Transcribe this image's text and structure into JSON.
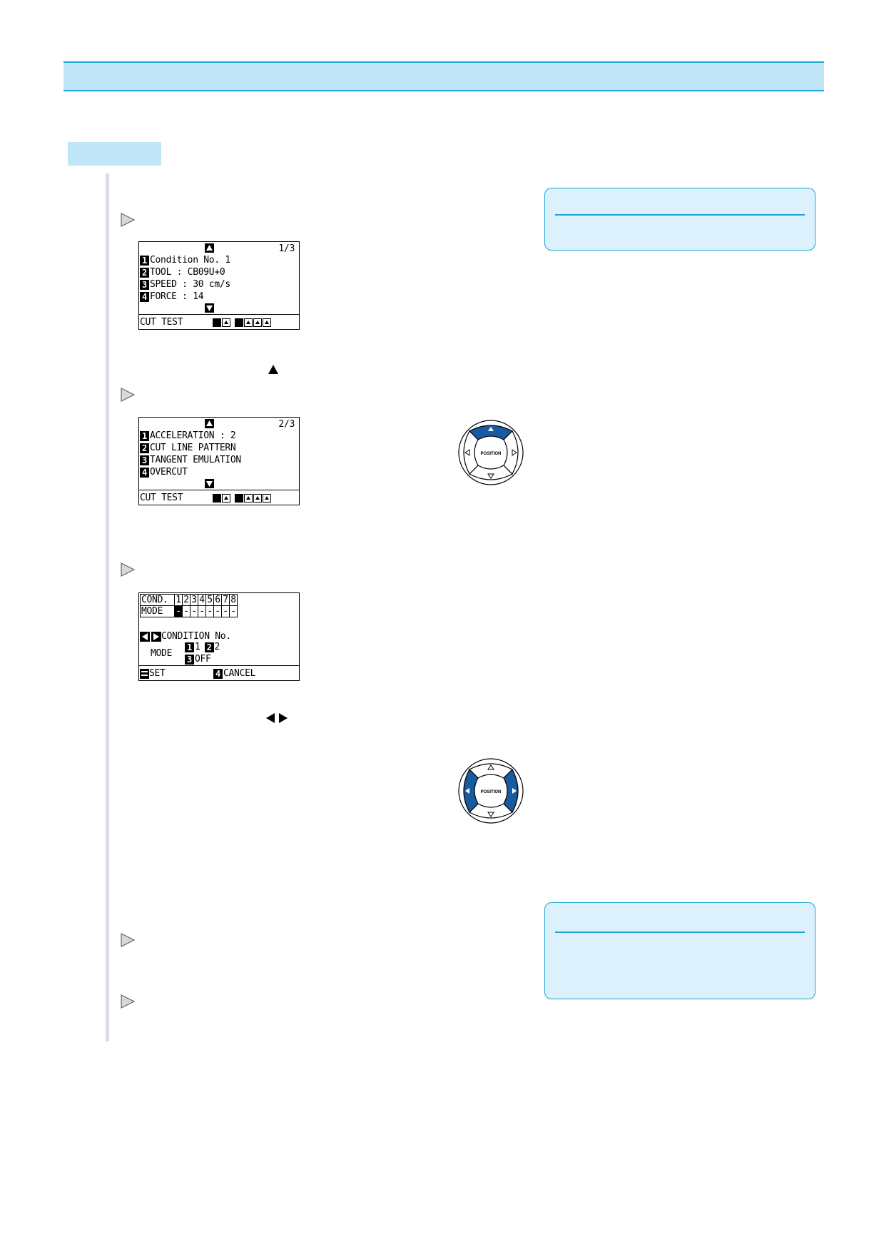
{
  "panel1": {
    "page": "1/3",
    "rows": [
      {
        "num": "1",
        "text": "Condition No. 1"
      },
      {
        "num": "2",
        "text": "TOOL  : CB09U+0"
      },
      {
        "num": "3",
        "text": "SPEED : 30 cm/s"
      },
      {
        "num": "4",
        "text": "FORCE : 14"
      }
    ],
    "bar_label": "CUT TEST"
  },
  "panel2": {
    "page": "2/3",
    "rows": [
      {
        "num": "1",
        "text": "ACCELERATION : 2"
      },
      {
        "num": "2",
        "text": "CUT LINE PATTERN"
      },
      {
        "num": "3",
        "text": "TANGENT EMULATION"
      },
      {
        "num": "4",
        "text": "OVERCUT"
      }
    ],
    "bar_label": "CUT TEST"
  },
  "panel3": {
    "cond_label": "COND.",
    "cond_values": [
      "1",
      "2",
      "3",
      "4",
      "5",
      "6",
      "7",
      "8"
    ],
    "mode_label": "MODE",
    "mode_values": [
      "-",
      "-",
      "-",
      "-",
      "-",
      "-",
      "-",
      "-"
    ],
    "condition_text": "CONDITION No.",
    "mode_text": "MODE",
    "opt1_num": "1",
    "opt1_val": "1",
    "opt2_num": "2",
    "opt2_val": "2",
    "opt3_num": "3",
    "opt3_val": "OFF",
    "enter_label": "SET",
    "cancel_num": "4",
    "cancel_label": "CANCEL"
  },
  "position_pad": {
    "center_label": "POSITION"
  },
  "colors": {
    "header": "#c0e4f8",
    "accent": "#1aa6d6",
    "note_bg": "#dcf1fc",
    "pad_highlight": "#1a5aa0"
  },
  "icons": [
    "step-triangle-icon",
    "up-arrow-icon",
    "left-right-arrows-icon",
    "position-pad-icon"
  ]
}
